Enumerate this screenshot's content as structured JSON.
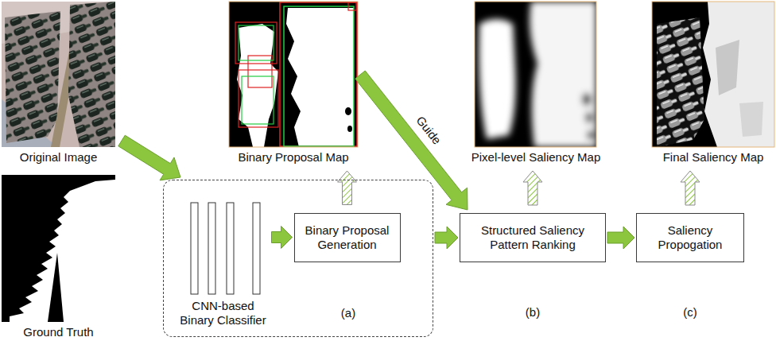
{
  "diagram": {
    "nodes": [
      {
        "text": [
          "Original Image"
        ]
      },
      {
        "text": [
          "Ground Truth"
        ]
      },
      {
        "text": [
          "Binary Proposal Map"
        ]
      },
      {
        "text": [
          "Pixel-level Saliency Map"
        ]
      },
      {
        "text": [
          "Final Saliency Map"
        ]
      },
      {
        "text": [
          "(a)"
        ]
      },
      {
        "text": [
          "CNN-based Binary Classifier"
        ],
        "in": 5
      },
      {
        "text": [
          "Binary Proposal Generation"
        ],
        "in": 5
      },
      {
        "text": [
          "Structured Saliency Pattern Ranking"
        ]
      },
      {
        "text": [
          "Saliency Propogation"
        ]
      }
    ],
    "edges": [
      {
        "from": 0,
        "to": 5,
        "arrow": "to"
      },
      {
        "from": 2,
        "to": 8,
        "label": "Guide",
        "arrow": "to"
      },
      {
        "from": 6,
        "to": 7,
        "arrow": "to"
      },
      {
        "from": 5,
        "to": 8,
        "arrow": "to"
      },
      {
        "from": 8,
        "to": 9,
        "arrow": "to"
      },
      {
        "from": 7,
        "to": 2,
        "arrow": "to"
      },
      {
        "from": 8,
        "to": 3,
        "arrow": "to"
      },
      {
        "from": 9,
        "to": 4,
        "arrow": "to"
      }
    ],
    "labels": [
      "(b)",
      "(c)"
    ]
  }
}
